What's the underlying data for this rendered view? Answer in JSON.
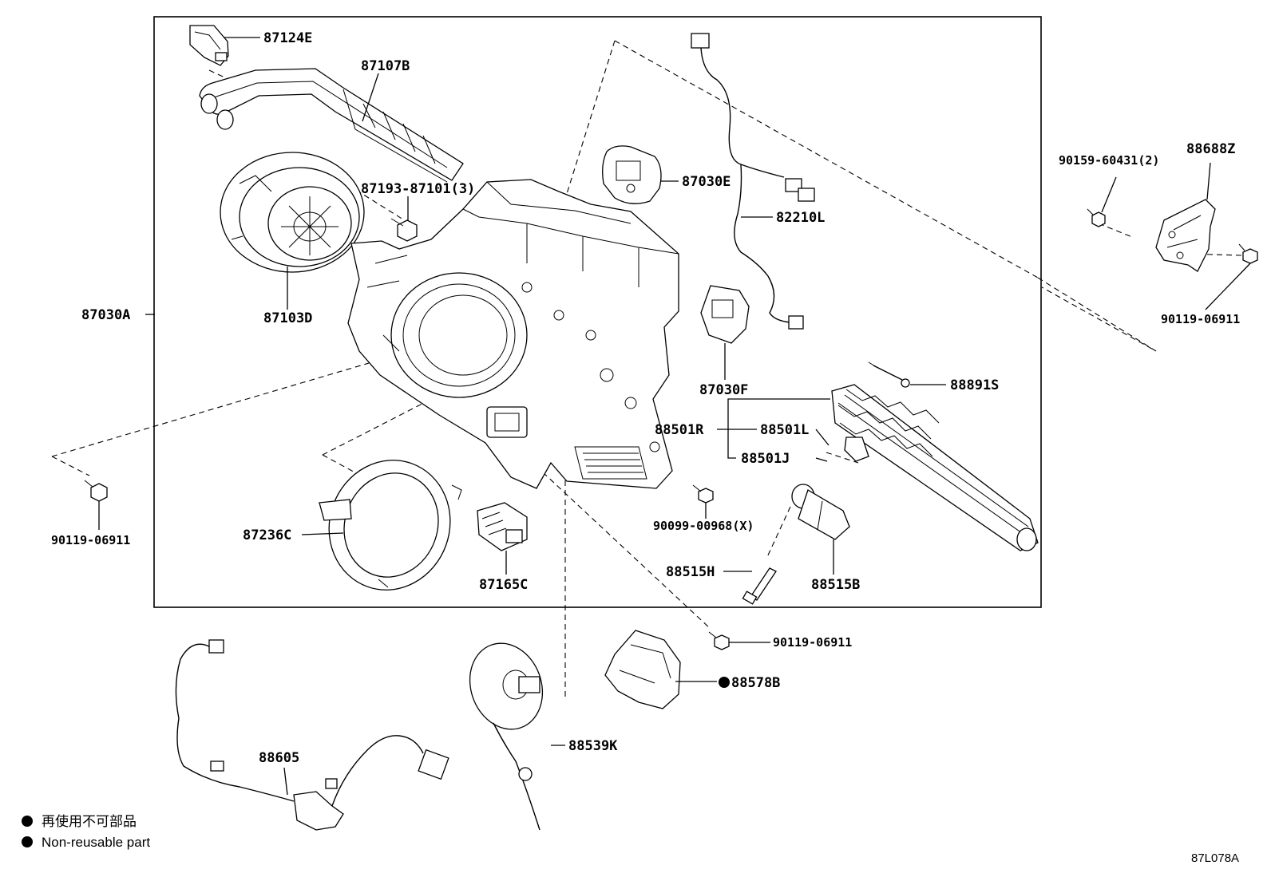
{
  "parts": {
    "p87124E": "87124E",
    "p87107B": "87107B",
    "p87193": "87193-87101(3)",
    "p87103D": "87103D",
    "p87030A": "87030A",
    "p87030E": "87030E",
    "p82210L": "82210L",
    "p87030F": "87030F",
    "p88891S": "88891S",
    "p88501R": "88501R",
    "p88501L": "88501L",
    "p88501J": "88501J",
    "p90099": "90099-00968(X)",
    "p88515H": "88515H",
    "p88515B": "88515B",
    "p87236C": "87236C",
    "p87165C": "87165C",
    "p90119_left": "90119-06911",
    "p90119_right": "90119-06911",
    "p90119_bottom": "90119-06911",
    "p90159": "90159-60431(2)",
    "p88688Z": "88688Z",
    "p88578B": "88578B",
    "p88605": "88605",
    "p88539K": "88539K"
  },
  "legend": {
    "jp": "再使用不可部品",
    "en": "Non-reusable part"
  },
  "figure_code": "87L078A"
}
